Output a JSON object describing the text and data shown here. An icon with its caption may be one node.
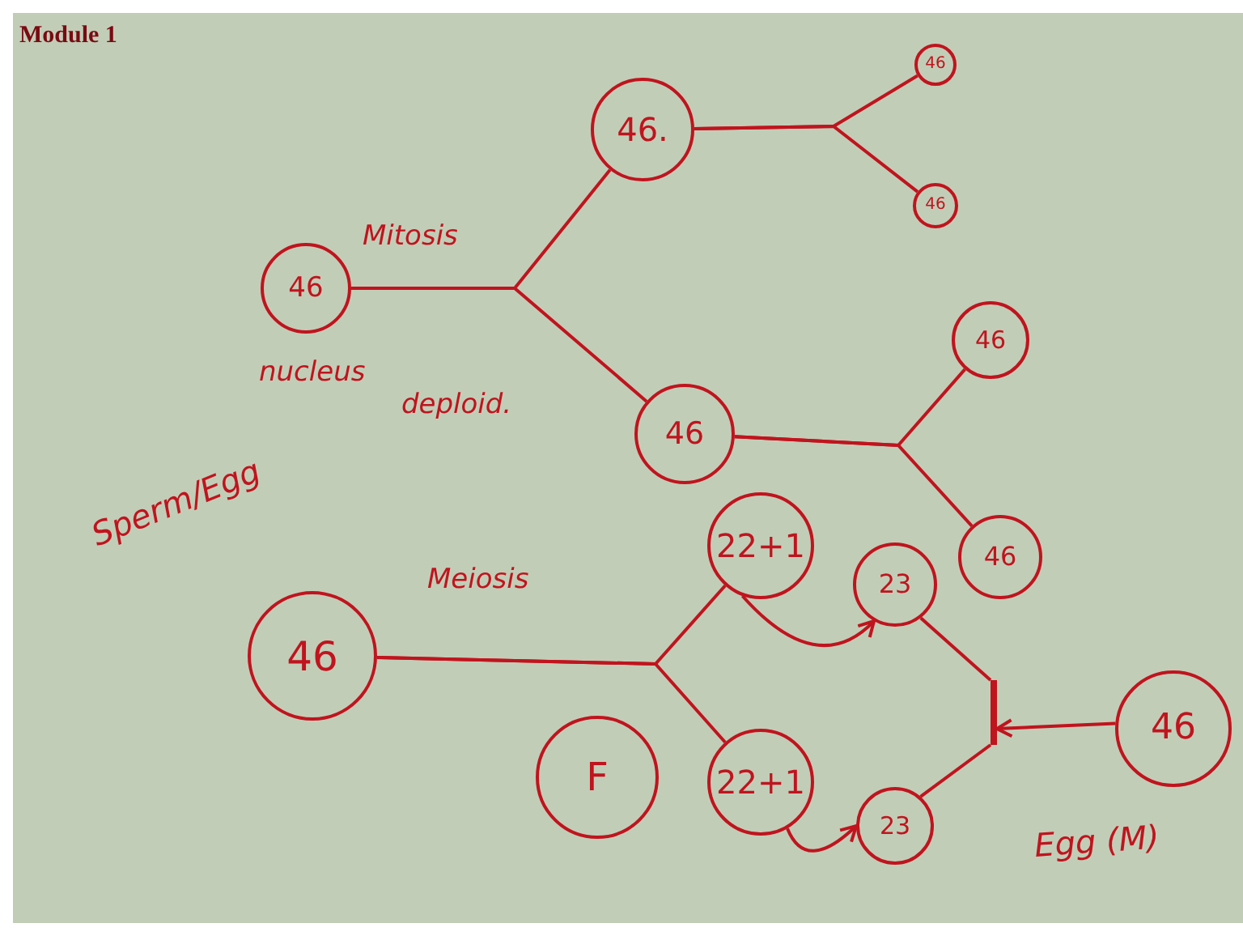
{
  "diagram": {
    "title": "Module 1",
    "nodes": [
      {
        "text": [
          "46"
        ],
        "beside": [
          "nucleus"
        ]
      },
      {
        "text": [
          "46."
        ]
      },
      {
        "text": [
          "46"
        ]
      },
      {
        "text": [
          "46"
        ]
      },
      {
        "text": [
          "46"
        ]
      },
      {
        "text": [
          "46"
        ]
      },
      {
        "text": [
          "46"
        ]
      },
      {
        "text": [
          "46"
        ],
        "beside": [
          "Sperm/Egg"
        ]
      },
      {
        "text": [
          "22+1"
        ]
      },
      {
        "text": [
          "23"
        ]
      },
      {
        "text": [
          "F"
        ]
      },
      {
        "text": [
          "22+1"
        ]
      },
      {
        "text": [
          "23"
        ]
      },
      {
        "text": [
          "46"
        ],
        "beside": [
          "Egg (M)"
        ]
      },
      {
        "text": [],
        "shape": "bar"
      }
    ],
    "edges": [
      {
        "from": 0,
        "to": 1,
        "arrow": "none",
        "label": "Mitosis"
      },
      {
        "from": 0,
        "to": 4,
        "arrow": "none"
      },
      {
        "from": 1,
        "to": 2,
        "arrow": "none"
      },
      {
        "from": 1,
        "to": 3,
        "arrow": "none"
      },
      {
        "from": 4,
        "to": 5,
        "arrow": "none"
      },
      {
        "from": 4,
        "to": 6,
        "arrow": "none"
      },
      {
        "from": 7,
        "to": 8,
        "arrow": "none",
        "label": "Meiosis"
      },
      {
        "from": 7,
        "to": 11,
        "arrow": "none"
      },
      {
        "from": 8,
        "to": 9,
        "arrow": "to"
      },
      {
        "from": 11,
        "to": 12,
        "arrow": "to"
      },
      {
        "from": 9,
        "to": 14,
        "arrow": "none"
      },
      {
        "from": 12,
        "to": 14,
        "arrow": "none"
      },
      {
        "from": 13,
        "to": 14,
        "arrow": "to"
      }
    ],
    "labels": [
      "deploid."
    ]
  }
}
